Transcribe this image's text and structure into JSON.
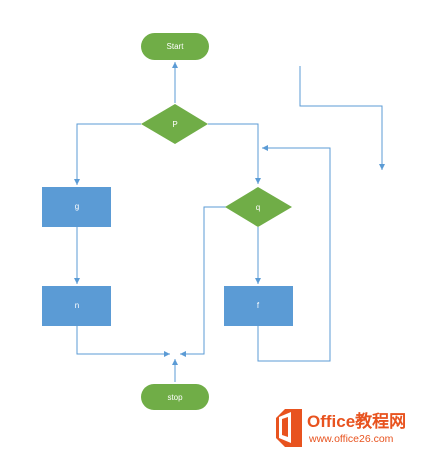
{
  "diagram": {
    "nodes": {
      "start": "Start",
      "p": "P",
      "g": "g",
      "n": "n",
      "q": "q",
      "f": "f",
      "stop": "stop"
    }
  },
  "watermark": {
    "brand": "Office教程网",
    "url": "www.office26.com"
  },
  "colors": {
    "terminal": "#70AD47",
    "decision": "#70AD47",
    "process": "#5B9BD5",
    "connector": "#5B9BD5",
    "logo": "#E8531F"
  }
}
